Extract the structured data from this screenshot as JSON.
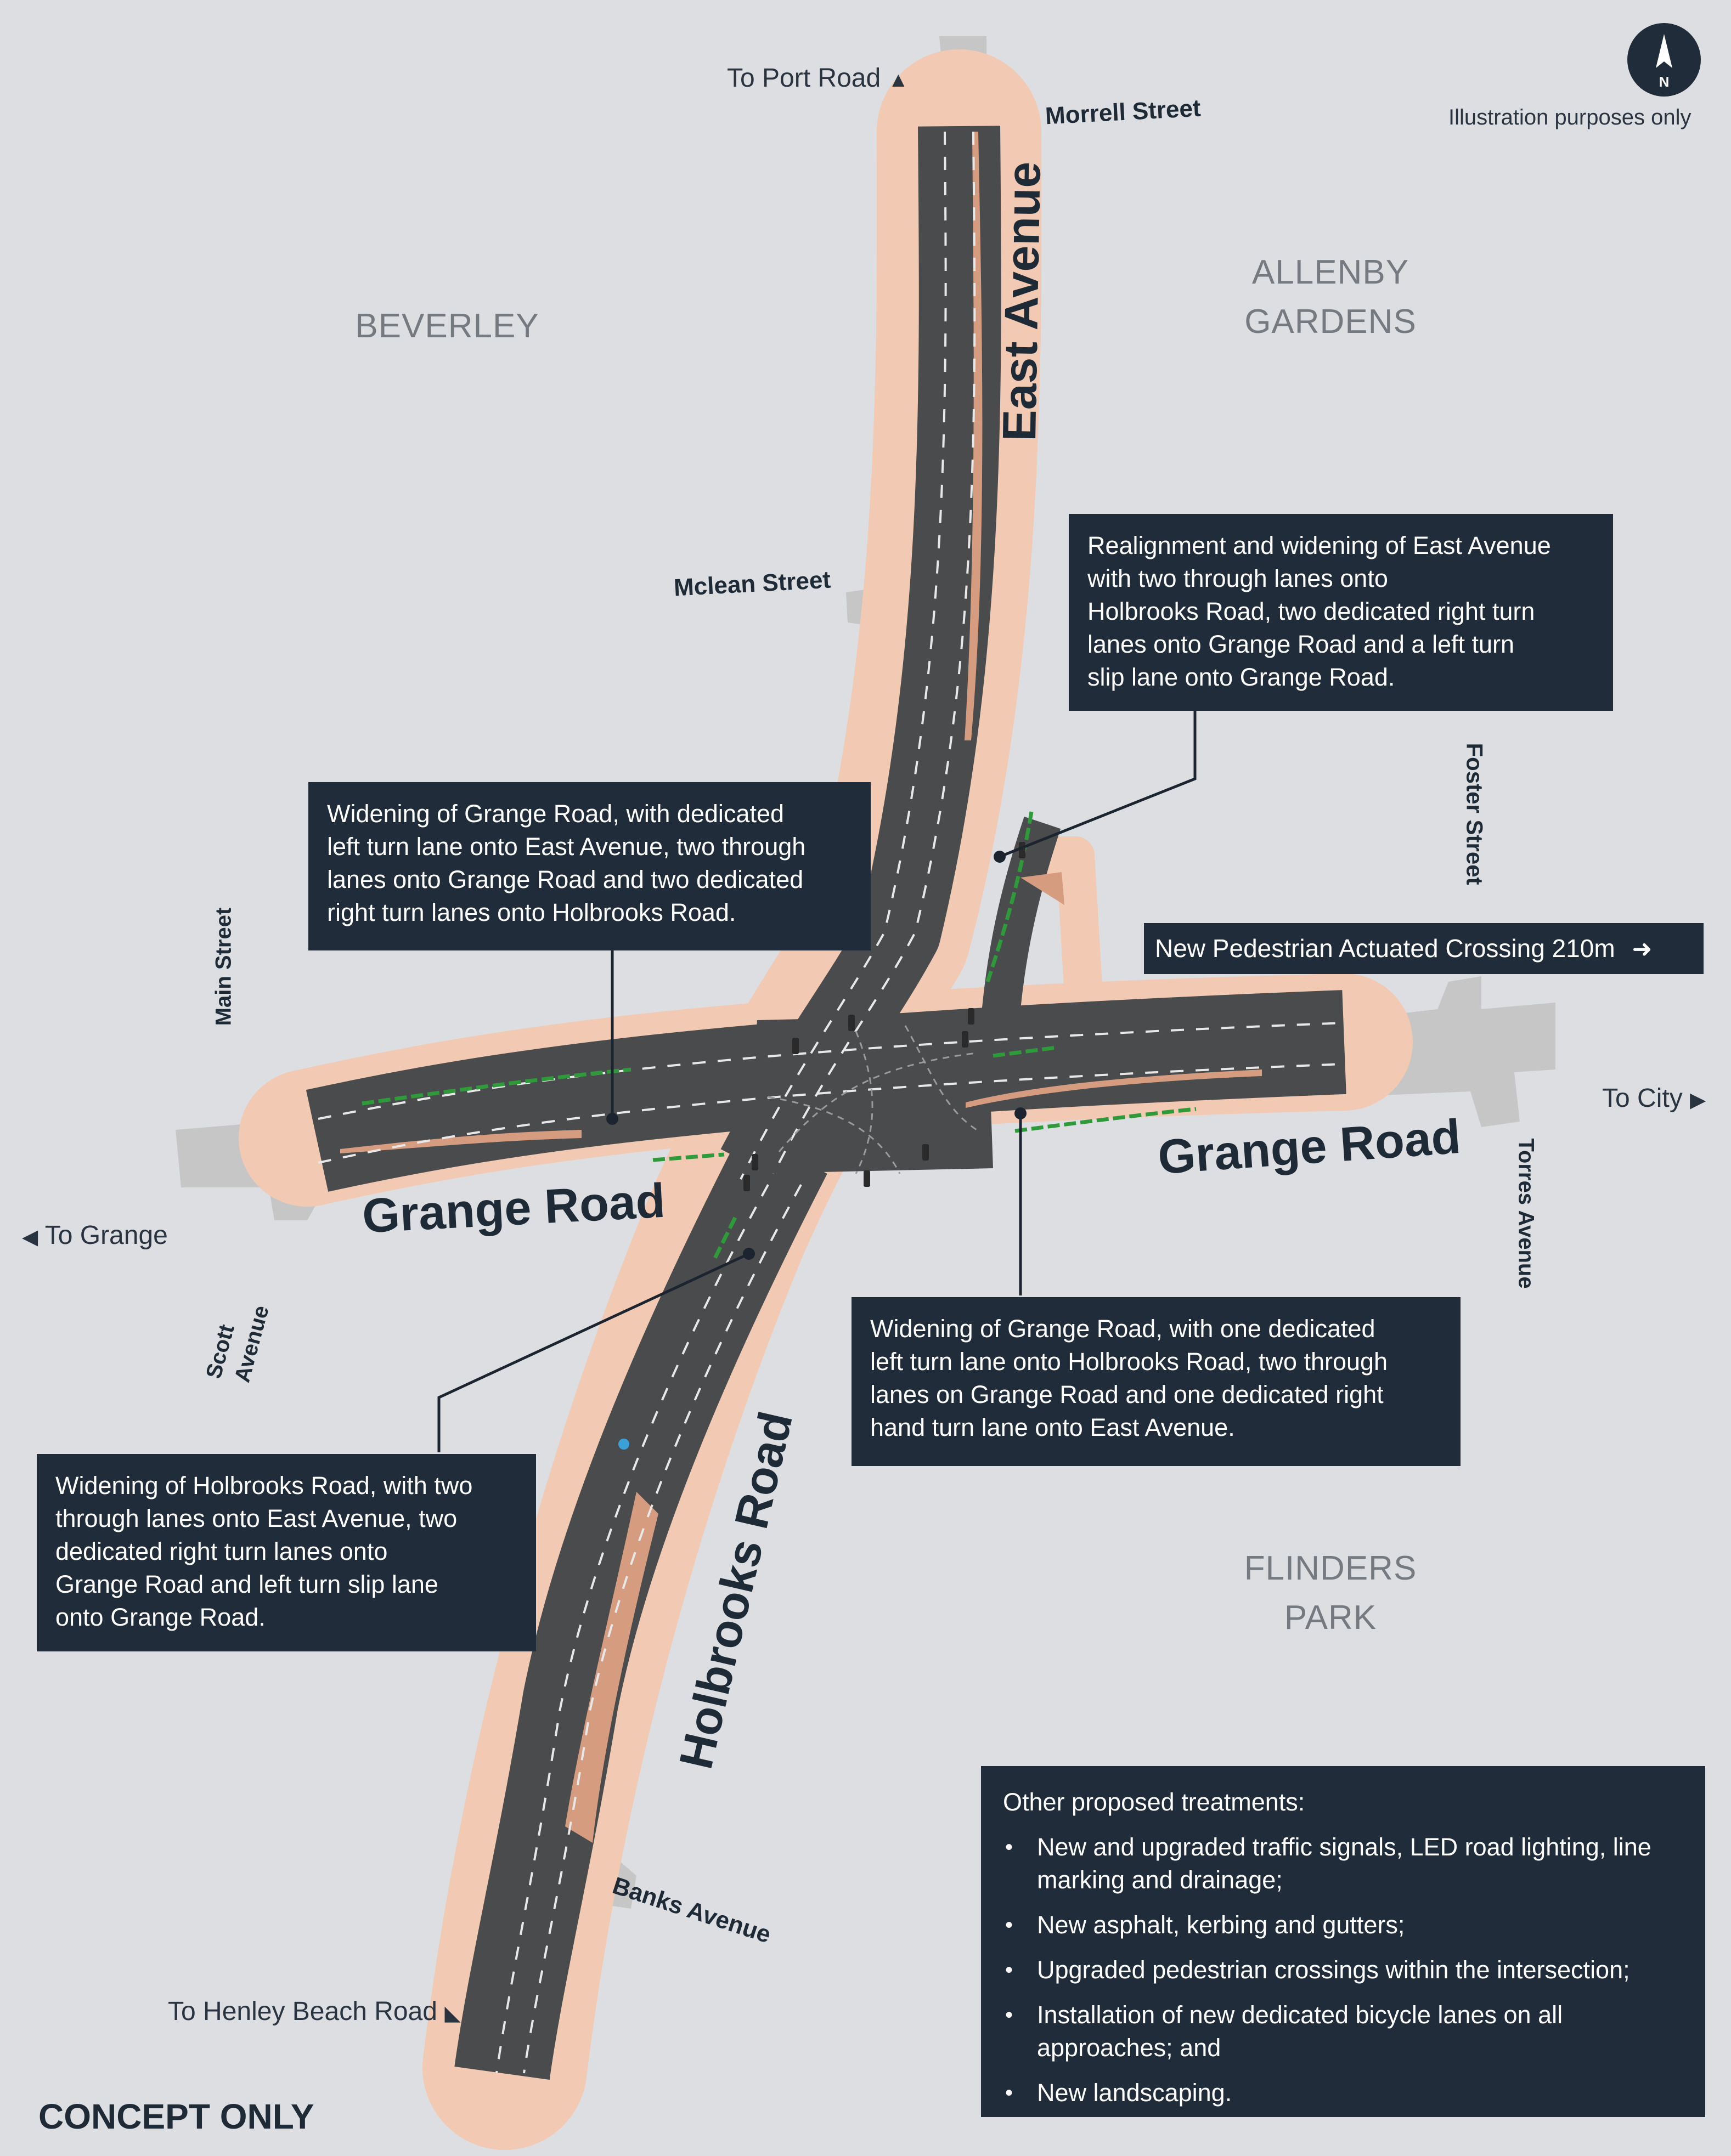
{
  "compass": {
    "icon": "north-arrow-icon",
    "letter": "N"
  },
  "disclaimer": "Illustration purposes only",
  "suburbs": {
    "beverley": "BEVERLEY",
    "allenby_line1": "ALLENBY",
    "allenby_line2": "GARDENS",
    "flinders_line1": "FLINDERS",
    "flinders_line2": "PARK"
  },
  "roads": {
    "east_avenue": "East Avenue",
    "grange_road_west": "Grange Road",
    "grange_road_east": "Grange Road",
    "holbrooks_road": "Holbrooks Road"
  },
  "streets": {
    "morrell": "Morrell Street",
    "mclean": "Mclean Street",
    "foster": "Foster Street",
    "main": "Main Street",
    "torres": "Torres Avenue",
    "scott_line1": "Scott",
    "scott_line2": "Avenue",
    "banks": "Banks Avenue"
  },
  "destinations": {
    "port_road": "To Port Road",
    "grange": "To Grange",
    "city": "To City",
    "henley": "To Henley Beach Road"
  },
  "pedestrian_crossing": "New Pedestrian Actuated Crossing 210m",
  "callouts": {
    "east_avenue": [
      "Realignment and widening of East Avenue",
      "with two through lanes onto",
      "Holbrooks Road, two dedicated right turn",
      "lanes onto Grange Road and a left turn",
      "slip lane onto Grange Road."
    ],
    "grange_west": [
      "Widening of Grange Road, with dedicated",
      "left turn lane onto East Avenue, two through",
      "lanes onto Grange Road and two dedicated",
      "right turn lanes onto Holbrooks Road."
    ],
    "grange_east": [
      "Widening of Grange Road, with one dedicated",
      "left turn lane onto Holbrooks Road, two through",
      "lanes on Grange Road and one dedicated right",
      "hand turn lane onto East Avenue."
    ],
    "holbrooks": [
      "Widening of Holbrooks Road, with two",
      "through lanes onto East Avenue, two",
      "dedicated right turn lanes onto",
      "Grange Road and left turn slip lane",
      "onto Grange Road."
    ]
  },
  "legend": {
    "title": "Other proposed treatments:",
    "items": [
      "New and upgraded traffic signals, LED road lighting, line marking and drainage;",
      "New asphalt, kerbing and gutters;",
      "Upgraded pedestrian crossings within the intersection;",
      "Installation of new dedicated bicycle lanes on all approaches; and",
      "New landscaping."
    ]
  },
  "footer": "CONCEPT ONLY",
  "colors": {
    "background": "#dcdee2",
    "asphalt": "#4a4b4d",
    "verge": "#f2c9b2",
    "median": "#d69c80",
    "existing_road": "#c4c4c4",
    "callout_bg": "#212c3a",
    "bike_lane": "#2e9a3a",
    "text_dark": "#1f2a37",
    "suburb_text": "#757980"
  }
}
